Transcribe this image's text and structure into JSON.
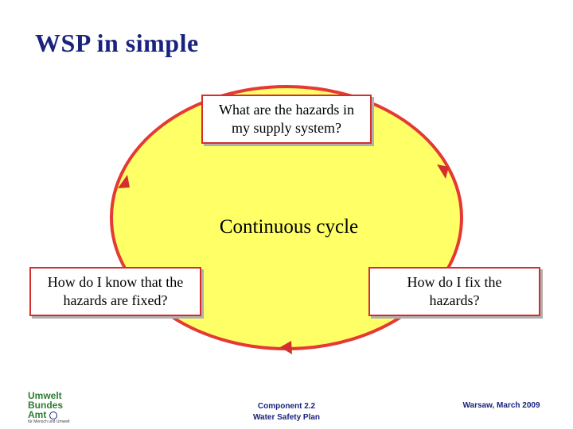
{
  "slide": {
    "title": "WSP in simple"
  },
  "diagram": {
    "center_label": "Continuous cycle",
    "boxes": {
      "top": "What are the hazards in my supply system?",
      "right": "How do I fix the hazards?",
      "left": "How do I know that the hazards are fixed?"
    },
    "colors": {
      "ellipse_fill": "#ffff66",
      "ellipse_stroke": "#e53935",
      "box_border": "#d32f2f",
      "title": "#1a237e"
    }
  },
  "footer": {
    "logo": {
      "line1": "Umwelt",
      "line2": "Bundes",
      "line3": "Amt",
      "tagline": "für Mensch und Umwelt"
    },
    "center_line1": "Component 2.2",
    "center_line2": "Water Safety Plan",
    "right": "Warsaw, March 2009"
  }
}
